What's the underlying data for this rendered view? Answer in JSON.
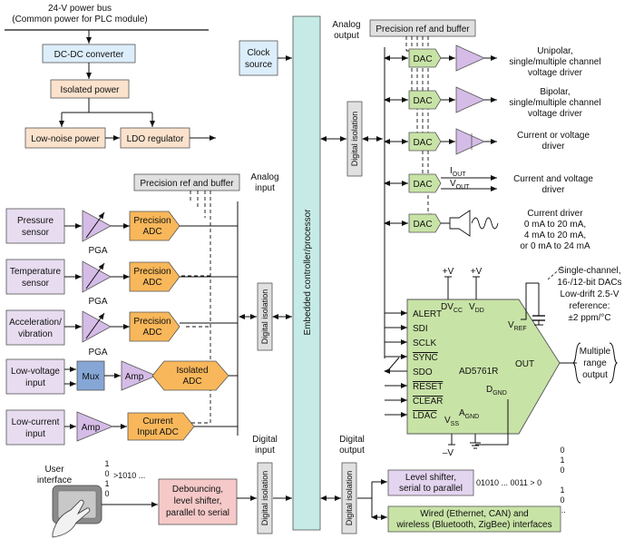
{
  "power": {
    "bus_line1": "24-V power bus",
    "bus_line2": "(Common power for PLC module)",
    "dcdc": "DC-DC converter",
    "isolated": "Isolated power",
    "lownoise": "Low-noise power",
    "ldo": "LDO regulator"
  },
  "clock": {
    "line1": "Clock",
    "line2": "source"
  },
  "controller": "Embedded controller/processor",
  "precision_ref_top": "Precision ref and buffer",
  "precision_ref_left": "Precision ref and buffer",
  "analog_output": {
    "line1": "Analog",
    "line2": "output"
  },
  "analog_input": {
    "line1": "Analog",
    "line2": "input"
  },
  "digital_input": {
    "line1": "Digital",
    "line2": "input"
  },
  "digital_output": {
    "line1": "Digital",
    "line2": "output"
  },
  "digital_isolation": "Digital isolation",
  "sensors": [
    {
      "line1": "Pressure",
      "line2": "sensor"
    },
    {
      "line1": "Temperature",
      "line2": "sensor"
    },
    {
      "line1": "Acceleration/",
      "line2": "vibration"
    },
    {
      "line1": "Low-voltage",
      "line2": "input"
    },
    {
      "line1": "Low-current",
      "line2": "input"
    }
  ],
  "pga": "PGA",
  "adc": {
    "line1": "Precision",
    "line2": "ADC"
  },
  "mux": "Mux",
  "amp": "Amp",
  "isolated_adc": {
    "line1": "Isolated",
    "line2": "ADC"
  },
  "current_adc": {
    "line1": "Current",
    "line2": "Input ADC"
  },
  "dac": "DAC",
  "dac_labels": [
    {
      "line1": "Unipolar,",
      "line2": "single/multiple channel",
      "line3": "voltage driver"
    },
    {
      "line1": "Bipolar,",
      "line2": "single/multiple channel",
      "line3": "voltage driver"
    },
    {
      "line1": "Current or voltage",
      "line2": "driver"
    },
    {
      "line1": "Current and voltage",
      "line2": "driver"
    },
    {
      "line1": "Current driver",
      "line2": "0 mA to 20 mA,",
      "line3": "4 mA to 20 mA,",
      "line4": "or 0 mA to 24 mA"
    }
  ],
  "iout": "I",
  "iout_sub": "OUT",
  "vout": "V",
  "vout_sub": "OUT",
  "chip": {
    "name": "AD5761R",
    "pins_left": [
      "ALERT",
      "SDI",
      "SCLK",
      "SYNC",
      "SDO",
      "RESET",
      "CLEAR",
      "LDAC"
    ],
    "dvcc": "DV",
    "dvcc_sub": "CC",
    "vdd": "V",
    "vdd_sub": "DD",
    "vref": "V",
    "vref_sub": "REF",
    "out": "OUT",
    "dgnd": "D",
    "dgnd_sub": "GND",
    "vss": "V",
    "vss_sub": "SS",
    "agnd": "A",
    "agnd_sub": "GND",
    "plus_v1": "+V",
    "plus_v2": "+V",
    "minus_v": "–V"
  },
  "chip_note": [
    "Single-channel,",
    "16-/12-bit DACs",
    "Low-drift 2.5-V",
    "reference:",
    "±2 ppm/°C"
  ],
  "multi_range": [
    "Multiple",
    "range",
    "output"
  ],
  "user_interface": {
    "line1": "User",
    "line2": "interface"
  },
  "bits_in_vertical": [
    "1",
    "0",
    "1",
    "0"
  ],
  "bits_in": ">1010 ...",
  "debounce": [
    "Debouncing,",
    "level shifter,",
    "parallel to serial"
  ],
  "level_shifter": [
    "Level shifter,",
    "serial to parallel"
  ],
  "bits_out": "01010 ... 0011 > 0",
  "bits_out_vertical": [
    "0",
    "1",
    "0",
    "1",
    "0",
    "..."
  ],
  "wired": [
    "Wired (Ethernet, CAN) and",
    "wireless (Bluetooth, ZigBee) interfaces"
  ],
  "colors": {
    "blue_block": "#dceefb",
    "peach_block": "#fbe2cc",
    "controller": "#c6ebe6",
    "gray_box": "#e0e0e0",
    "green": "#c8e3a6",
    "purple": "#d5bce7",
    "orange": "#f8b75a",
    "pink": "#f6c9c9",
    "lavender": "#e3d4ef",
    "sensor": "#e7dcf0",
    "mux": "#86a6d6",
    "green_chip": "#c8e3a6"
  }
}
